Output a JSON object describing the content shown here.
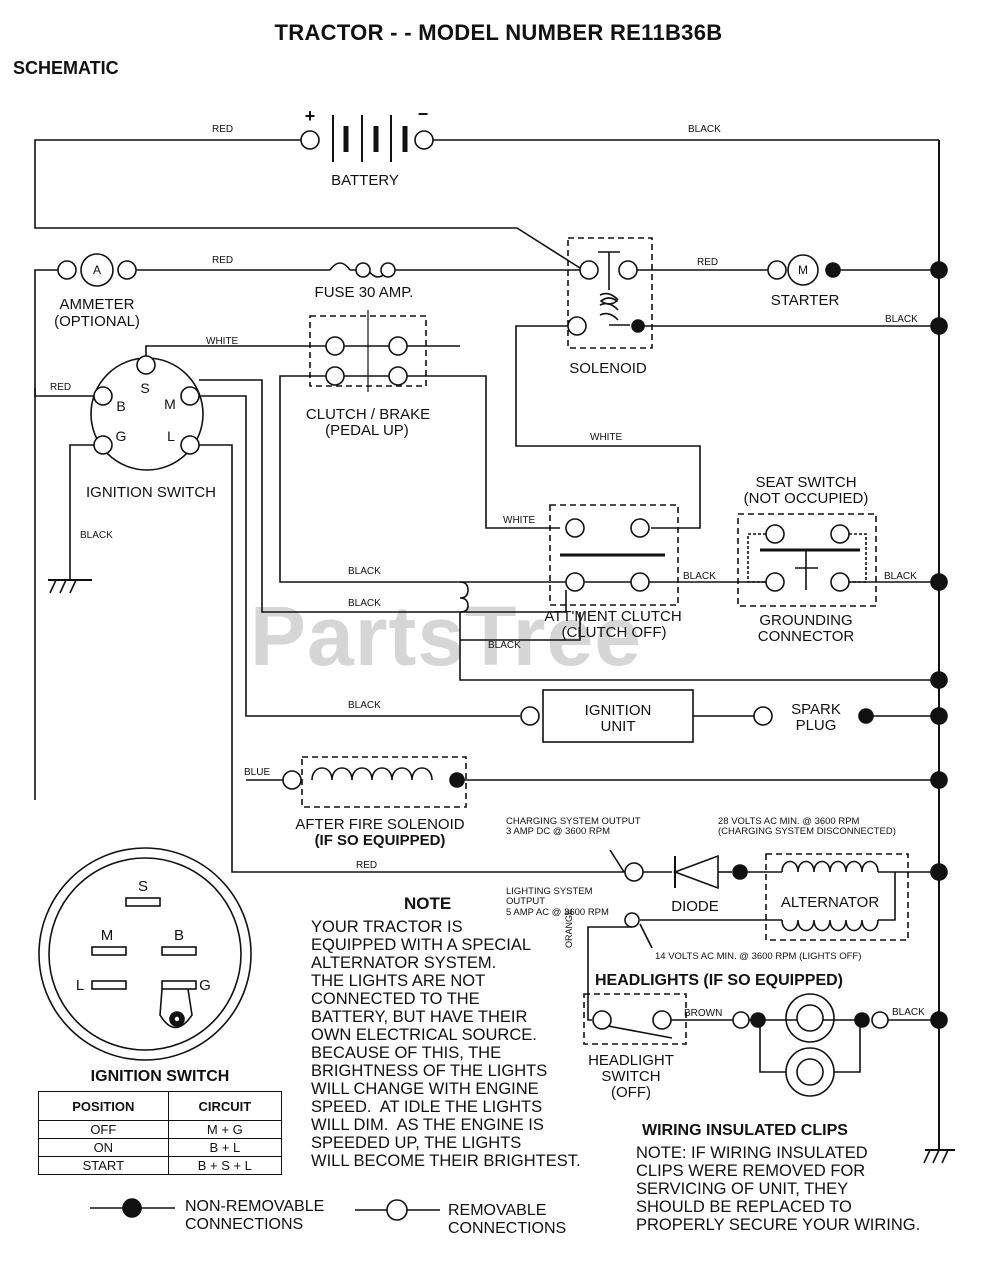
{
  "header": {
    "title": "TRACTOR - - MODEL NUMBER RE11B36B",
    "subtitle": "SCHEMATIC"
  },
  "watermark": "PartsTree",
  "components": {
    "battery": "BATTERY",
    "battery_plus": "+",
    "battery_minus": "−",
    "ammeter": "AMMETER",
    "ammeter_optional": "(OPTIONAL)",
    "ammeter_symbol": "A",
    "fuse": "FUSE 30 AMP.",
    "solenoid": "SOLENOID",
    "starter": "STARTER",
    "starter_symbol": "M",
    "clutch_brake": "CLUTCH / BRAKE",
    "clutch_brake_state": "(PEDAL UP)",
    "ignition_switch": "IGNITION SWITCH",
    "seat_switch": "SEAT SWITCH",
    "seat_switch_state": "(NOT OCCUPIED)",
    "grounding_connector": "GROUNDING",
    "grounding_connector_2": "CONNECTOR",
    "attm_clutch": "ATT'MENT CLUTCH",
    "attm_clutch_state": "(CLUTCH OFF)",
    "ignition_unit": "IGNITION",
    "ignition_unit_2": "UNIT",
    "spark_plug": "SPARK",
    "spark_plug_2": "PLUG",
    "after_fire": "AFTER FIRE SOLENOID",
    "after_fire_2": "(IF SO EQUIPPED)",
    "diode": "DIODE",
    "alternator": "ALTERNATOR",
    "headlights": "HEADLIGHTS (IF SO EQUIPPED)",
    "headlight_switch": "HEADLIGHT",
    "headlight_switch_2": "SWITCH",
    "headlight_switch_3": "(OFF)",
    "switch_terminals": {
      "s": "S",
      "b": "B",
      "m": "M",
      "g": "G",
      "l": "L"
    }
  },
  "wires": {
    "red": "RED",
    "black": "BLACK",
    "white": "WHITE",
    "blue": "BLUE",
    "brown": "BROWN",
    "orange": "ORANGE"
  },
  "annotations": {
    "charging_output_1": "CHARGING SYSTEM OUTPUT",
    "charging_output_2": "3 AMP DC @ 3600 RPM",
    "volts28_1": "28 VOLTS AC MIN. @ 3600 RPM",
    "volts28_2": "(CHARGING SYSTEM DISCONNECTED)",
    "lighting_1": "LIGHTING SYSTEM",
    "lighting_2": "OUTPUT",
    "lighting_3": "5 AMP AC @ 3600 RPM",
    "volts14": "14 VOLTS AC MIN. @ 3600 RPM (LIGHTS OFF)"
  },
  "note": {
    "heading": "NOTE",
    "lines": [
      "YOUR TRACTOR IS",
      "EQUIPPED WITH A SPECIAL",
      "ALTERNATOR SYSTEM.",
      "THE LIGHTS ARE NOT",
      "CONNECTED TO THE",
      "BATTERY, BUT HAVE THEIR",
      "OWN ELECTRICAL SOURCE.",
      "BECAUSE OF THIS, THE",
      "BRIGHTNESS OF THE LIGHTS",
      "WILL CHANGE WITH ENGINE",
      "SPEED.  AT IDLE THE LIGHTS",
      "WILL DIM.  AS THE ENGINE IS",
      "SPEEDED UP, THE LIGHTS",
      "WILL BECOME THEIR BRIGHTEST."
    ]
  },
  "clips": {
    "heading": "WIRING INSULATED CLIPS",
    "lines": [
      "NOTE: IF WIRING INSULATED",
      "CLIPS WERE REMOVED FOR",
      "SERVICING OF UNIT, THEY",
      "SHOULD BE REPLACED TO",
      "PROPERLY SECURE YOUR WIRING."
    ]
  },
  "ignition_table": {
    "caption": "IGNITION SWITCH",
    "headers": [
      "POSITION",
      "CIRCUIT"
    ],
    "rows": [
      [
        "OFF",
        "M + G"
      ],
      [
        "ON",
        "B + L"
      ],
      [
        "START",
        "B + S + L"
      ]
    ]
  },
  "legend": {
    "non_removable_1": "NON-REMOVABLE",
    "non_removable_2": "CONNECTIONS",
    "removable_1": "REMOVABLE",
    "removable_2": "CONNECTIONS"
  }
}
